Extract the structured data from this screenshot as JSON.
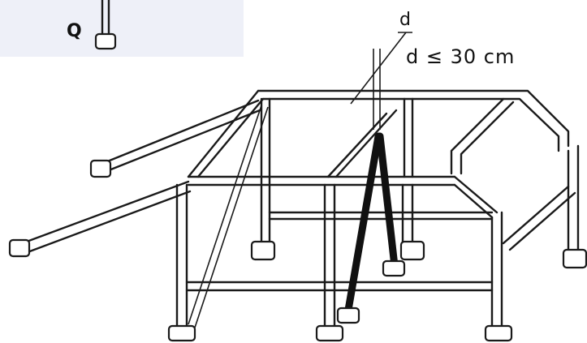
{
  "labels": {
    "load": "Q",
    "diameter": "d",
    "dimension": "d ≤ 30 cm"
  },
  "colors": {
    "background": "#ffffff",
    "lines": "#1a1a1a",
    "cross_brace": "#111111",
    "corner_panel": "#eef0f8"
  }
}
